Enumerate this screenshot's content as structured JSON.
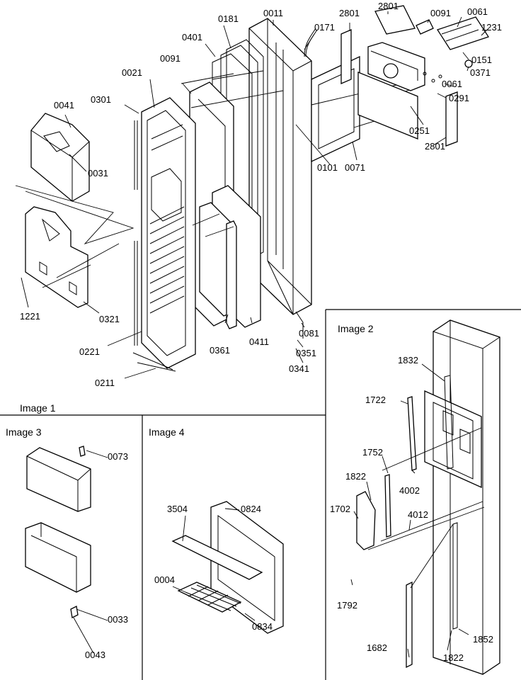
{
  "panels": {
    "image1": "Image 1",
    "image2": "Image 2",
    "image3": "Image 3",
    "image4": "Image 4"
  },
  "callouts": {
    "p0011": "0011",
    "p0181": "0181",
    "p0171": "0171",
    "p2801a": "2801",
    "p2801b": "2801",
    "p0091a": "0091",
    "p0061a": "0061",
    "p1231": "1231",
    "p0401": "0401",
    "p0091b": "0091",
    "p0021": "0021",
    "p0151": "0151",
    "p0371": "0371",
    "p0061b": "0061",
    "p0291": "0291",
    "p0301": "0301",
    "p0041": "0041",
    "p0031": "0031",
    "p0251": "0251",
    "p2801c": "2801",
    "p0101": "0101",
    "p0071": "0071",
    "p1221": "1221",
    "p0321": "0321",
    "p0221": "0221",
    "p0361": "0361",
    "p0411": "0411",
    "p0081": "0081",
    "p0351": "0351",
    "p0341": "0341",
    "p0211": "0211",
    "p1832": "1832",
    "p1722": "1722",
    "p1752": "1752",
    "p1822a": "1822",
    "p4002": "4002",
    "p1702": "1702",
    "p4012": "4012",
    "p1792": "1792",
    "p1852": "1852",
    "p1682": "1682",
    "p1822b": "1822",
    "p0073": "0073",
    "p0033": "0033",
    "p0043": "0043",
    "p0824": "0824",
    "p3504": "3504",
    "p0004": "0004",
    "p0834": "0834"
  }
}
